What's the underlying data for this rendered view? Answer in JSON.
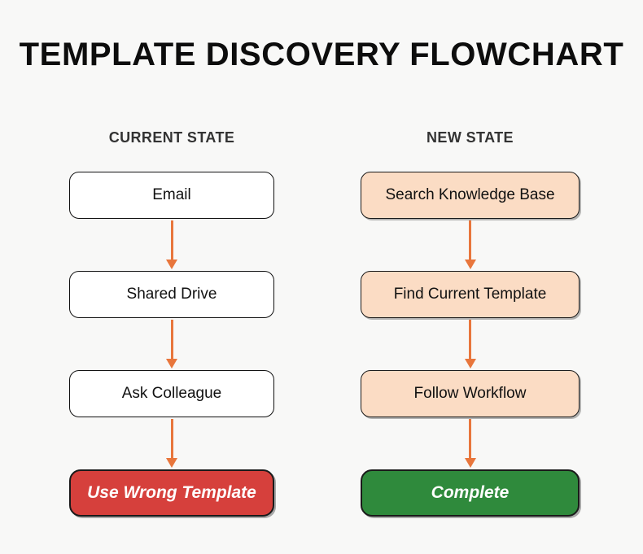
{
  "title": "TEMPLATE DISCOVERY FLOWCHART",
  "colors": {
    "background": "#f8f8f7",
    "title_text": "#0d0d0d",
    "header_text": "#333333",
    "node_border": "#111111",
    "node_fill_current": "#ffffff",
    "node_fill_new": "#fbdcc4",
    "arrow": "#e8763c",
    "outcome_negative": "#d6403c",
    "outcome_positive": "#2f8a3c",
    "outcome_text": "#ffffff"
  },
  "columns": [
    {
      "header": "CURRENT STATE",
      "nodes": [
        {
          "label": "Email",
          "style": "plain"
        },
        {
          "label": "Shared Drive",
          "style": "plain"
        },
        {
          "label": "Ask Colleague",
          "style": "plain"
        },
        {
          "label": "Use Wrong Template",
          "style": "negative"
        }
      ]
    },
    {
      "header": "NEW STATE",
      "nodes": [
        {
          "label": "Search Knowledge Base",
          "style": "peach"
        },
        {
          "label": "Find Current Template",
          "style": "peach"
        },
        {
          "label": "Follow Workflow",
          "style": "peach"
        },
        {
          "label": "Complete",
          "style": "positive"
        }
      ]
    }
  ]
}
